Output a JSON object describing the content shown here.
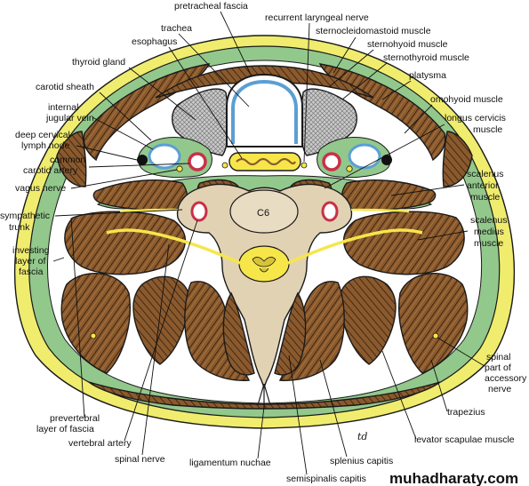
{
  "labels": {
    "pretracheal_fascia": "pretracheal fascia",
    "recurrent_laryngeal_nerve": "recurrent laryngeal nerve",
    "trachea": "trachea",
    "sternocleidomastoid_muscle": "sternocleidomastoid muscle",
    "esophagus": "esophagus",
    "sternohyoid_muscle": "sternohyoid muscle",
    "thyroid_gland": "thyroid gland",
    "sternothyroid_muscle": "sternothyroid muscle",
    "platysma": "platysma",
    "carotid_sheath": "carotid sheath",
    "omohyoid_muscle": "omohyoid muscle",
    "internal_jugular_vein_1": "internal",
    "internal_jugular_vein_2": "jugular vein",
    "longus_cervicis_1": "longus cervicis",
    "longus_cervicis_2": "muscle",
    "deep_cervical_1": "deep cervical",
    "deep_cervical_2": "lymph node",
    "common_carotid_1": "common",
    "common_carotid_2": "carotid artery",
    "vagus_nerve": "vagus nerve",
    "scalenus_anterior_1": "scalenus",
    "scalenus_anterior_2": "anterior",
    "scalenus_anterior_3": "muscle",
    "sympathetic_trunk_1": "sympathetic",
    "sympathetic_trunk_2": "trunk",
    "c6": "C6",
    "scalenus_medius_1": "scalenus",
    "scalenus_medius_2": "medius",
    "scalenus_medius_3": "muscle",
    "investing_1": "investing",
    "investing_2": "layer of",
    "investing_3": "fascia",
    "spinal_accessory_1": "spinal",
    "spinal_accessory_2": "part of",
    "spinal_accessory_3": "accessory",
    "spinal_accessory_4": "nerve",
    "trapezius": "trapezius",
    "prevertebral_1": "prevertebral",
    "prevertebral_2": "layer of fascia",
    "vertebral_artery": "vertebral artery",
    "levator_scapulae": "levator scapulae muscle",
    "spinal_nerve": "spinal nerve",
    "ligamentum_nuchae": "ligamentum nuchae",
    "splenius_capitis": "splenius capitis",
    "semispinalis_capitis": "semispinalis capitis"
  },
  "signature": "td",
  "watermark": "muhadharaty.com",
  "colors": {
    "skin_yellow": "#f0ec6e",
    "fascia_green": "#93c88c",
    "muscle_brown": "#8a5a2e",
    "muscle_streak": "#2e1a08",
    "bone": "#e2d2b4",
    "thyroid_gray": "#bdbdbd",
    "vessel_red": "#c83048",
    "vein_blue": "#5b9fd3",
    "nerve_yellow": "#f6e64a"
  }
}
